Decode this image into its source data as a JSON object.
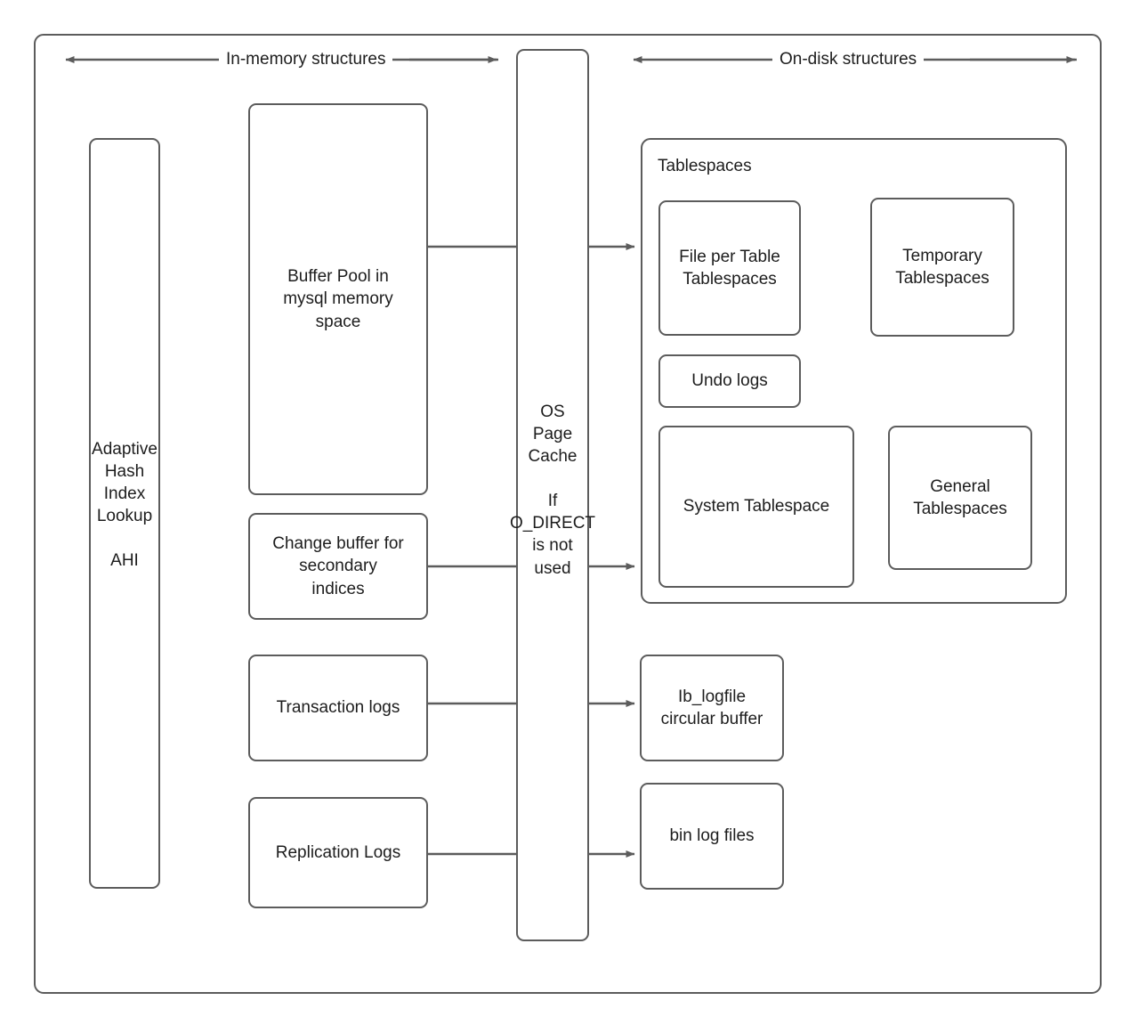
{
  "diagram": {
    "title": "MySQL InnoDB in-memory and on-disk structures",
    "stroke_color": "#5c5c5c",
    "text_color": "#1d1d1d",
    "background": "#ffffff"
  },
  "axis_labels": {
    "in_memory": "In-memory structures",
    "on_disk": "On-disk structures"
  },
  "boxes": {
    "ahi": "Adaptive\nHash\nIndex\nLookup\n\nAHI",
    "buffer_pool": "Buffer Pool in\nmysql memory\nspace",
    "change_buffer": "Change buffer for\nsecondary\nindices",
    "transaction_logs": "Transaction logs",
    "replication_logs": "Replication Logs",
    "os_page_cache": "OS\nPage\nCache\n\nIf\nO_DIRECT\nis not\nused",
    "tablespaces_title": "Tablespaces",
    "file_per_table": "File per Table\nTablespaces",
    "temporary_tablespaces": "Temporary\nTablespaces",
    "undo_logs": "Undo logs",
    "system_tablespace": "System Tablespace",
    "general_tablespaces": "General\nTablespaces",
    "ib_logfile": "Ib_logfile\ncircular buffer",
    "bin_log_files": "bin log files"
  }
}
